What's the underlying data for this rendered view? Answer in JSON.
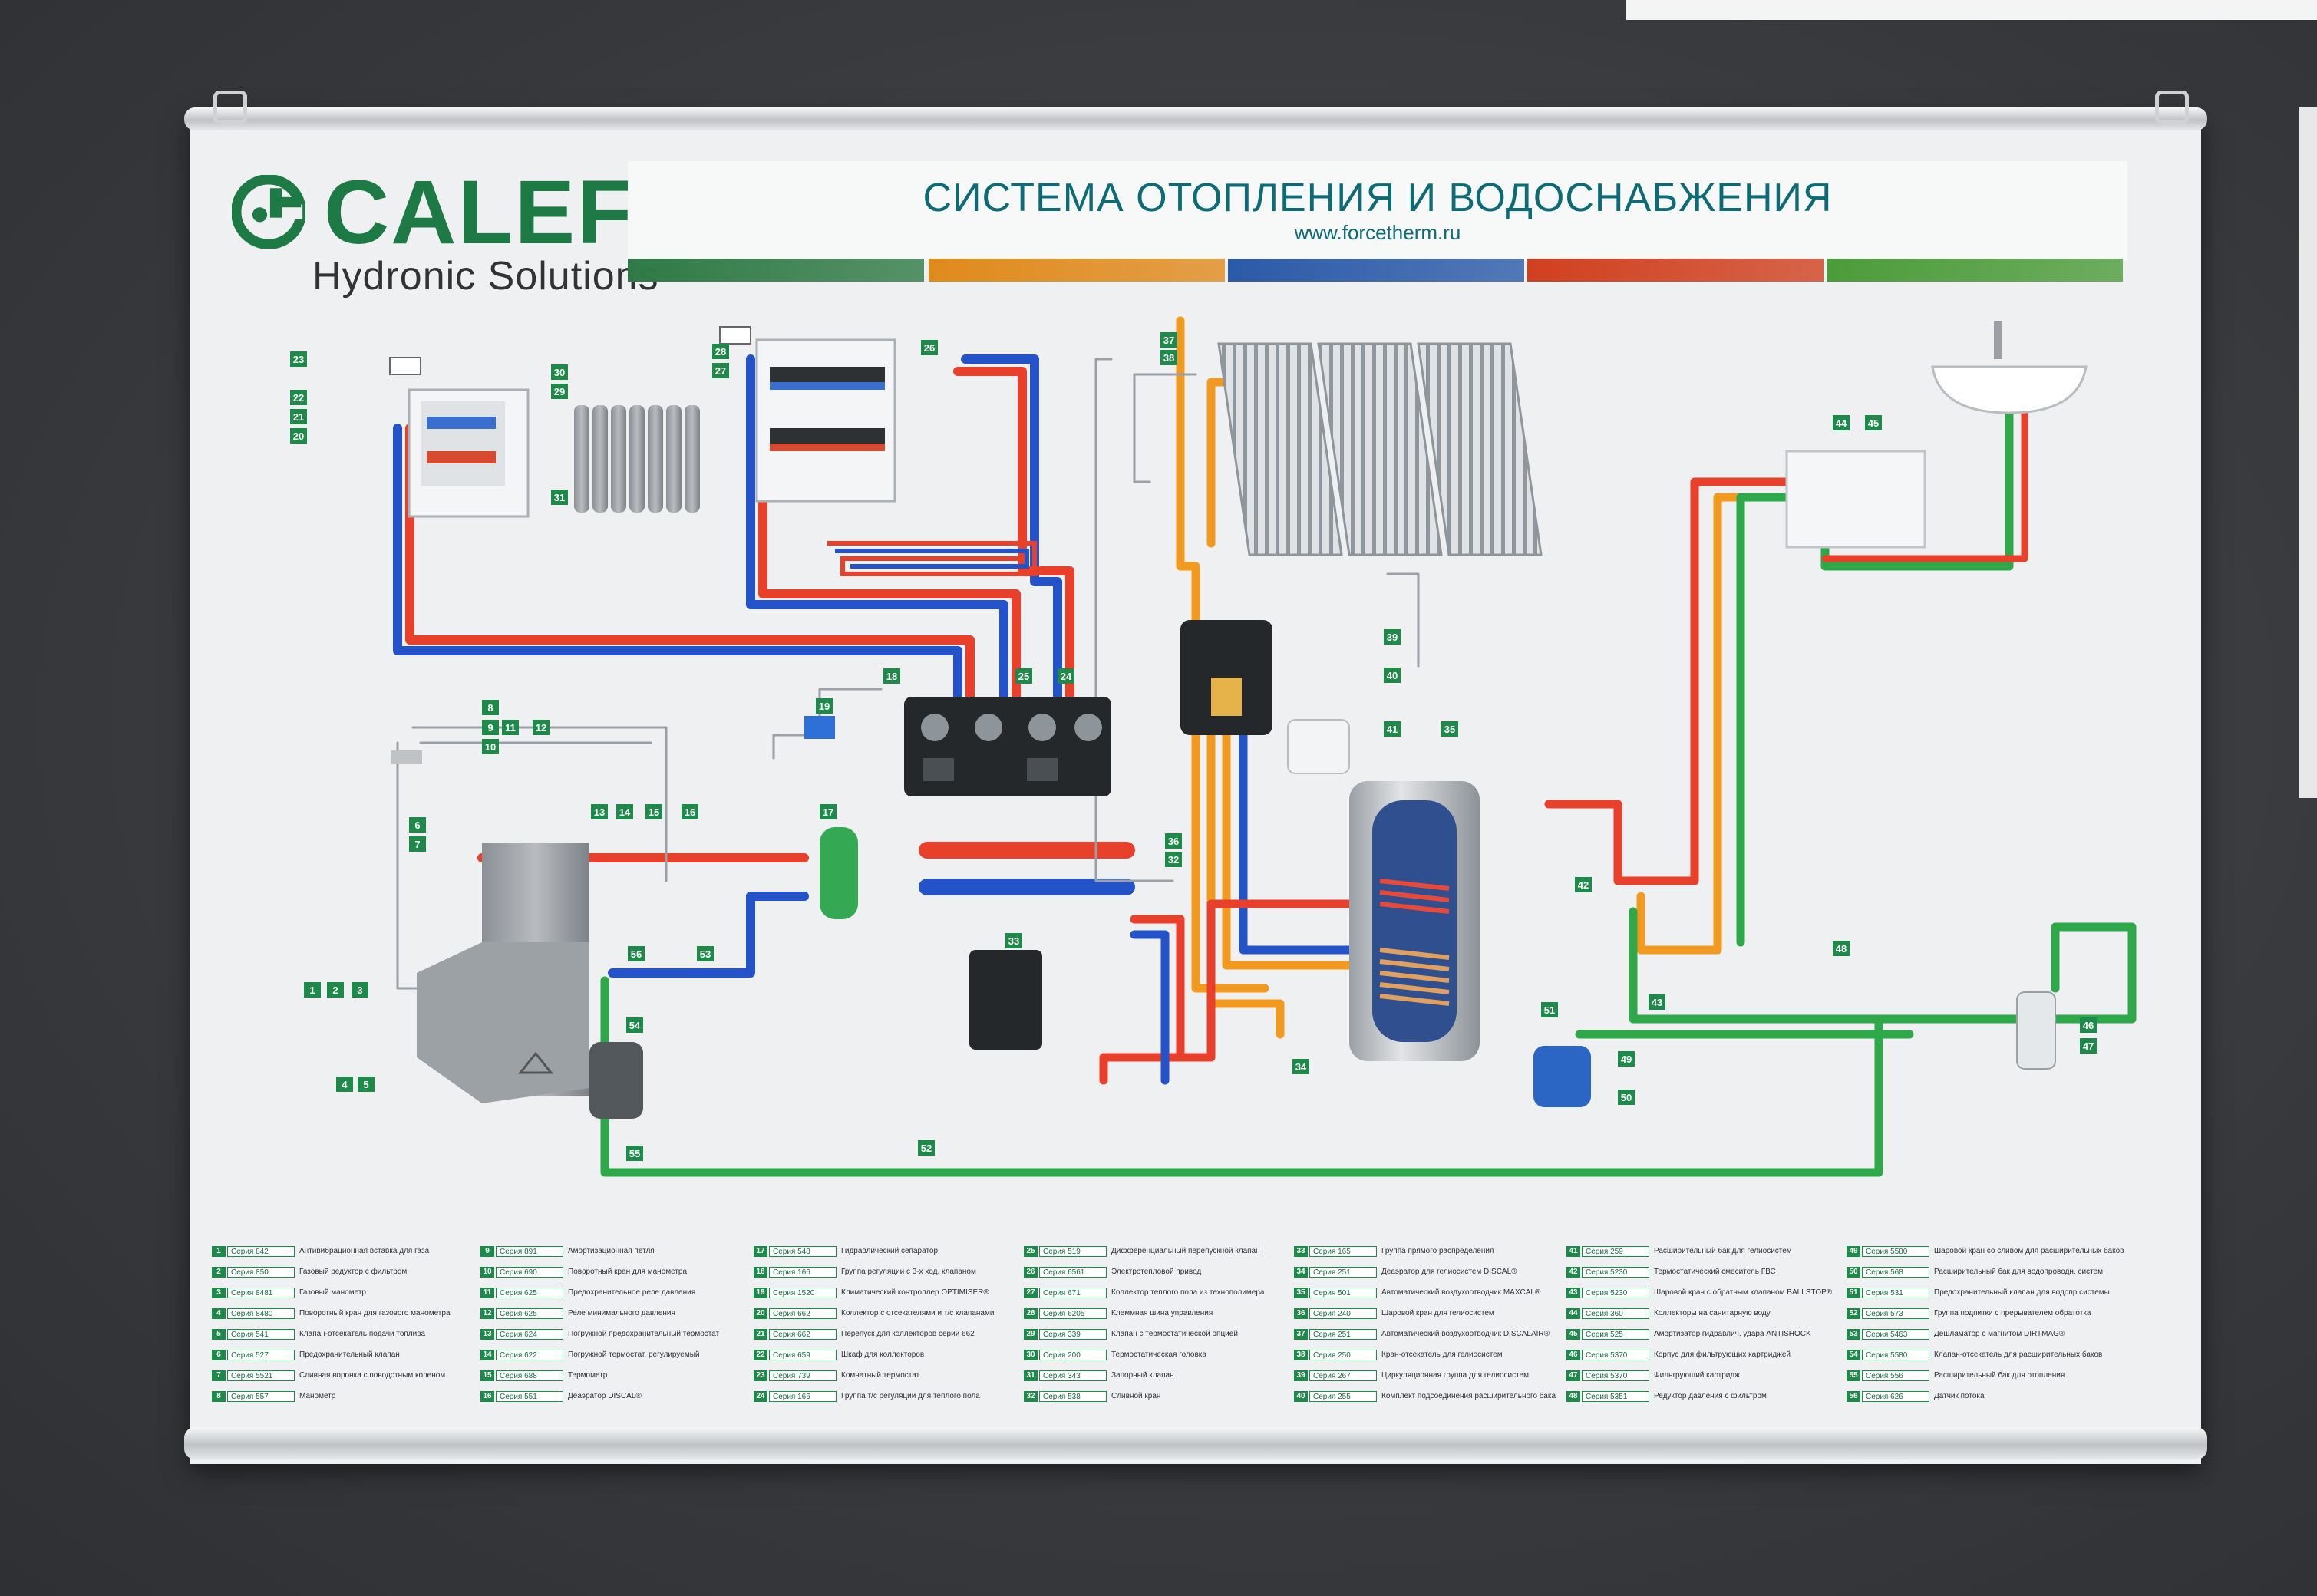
{
  "brand": {
    "name": "CALEFFI",
    "tagline": "Hydronic Solutions",
    "color": "#1e7a45"
  },
  "header": {
    "title": "СИСТЕМА ОТОПЛЕНИЯ И ВОДОСНАБЖЕНИЯ",
    "url": "www.forcetherm.ru",
    "title_color": "#0c6b75"
  },
  "strips": [
    "#2f7a46",
    "#e08a1c",
    "#2b5aa8",
    "#d0401f",
    "#4c9c3a"
  ],
  "pipe_colors": {
    "supply": "#e8402a",
    "return": "#2452c8",
    "solar": "#f29a1f",
    "cold_water": "#2fa84a",
    "grey": "#9aa0a6"
  },
  "tags": [
    "1",
    "2",
    "3",
    "4",
    "5",
    "6",
    "7",
    "8",
    "9",
    "10",
    "11",
    "12",
    "13",
    "14",
    "15",
    "16",
    "17",
    "18",
    "19",
    "20",
    "21",
    "22",
    "23",
    "24",
    "25",
    "26",
    "27",
    "28",
    "29",
    "30",
    "31",
    "32",
    "33",
    "34",
    "35",
    "36",
    "37",
    "38",
    "39",
    "40",
    "41",
    "42",
    "43",
    "44",
    "45",
    "46",
    "47",
    "48",
    "49",
    "50",
    "51",
    "52",
    "53",
    "54",
    "55",
    "56"
  ],
  "legend": [
    [
      {
        "n": "1",
        "s": "Серия 842",
        "d": "Антивибрационная вставка для газа"
      },
      {
        "n": "2",
        "s": "Серия 850",
        "d": "Газовый редуктор с фильтром"
      },
      {
        "n": "3",
        "s": "Серия 8481",
        "d": "Газовый манометр"
      },
      {
        "n": "4",
        "s": "Серия 8480",
        "d": "Поворотный кран для газового манометра"
      },
      {
        "n": "5",
        "s": "Серия 541",
        "d": "Клапан-отсекатель подачи топлива"
      },
      {
        "n": "6",
        "s": "Серия 527",
        "d": "Предохранительный клапан"
      },
      {
        "n": "7",
        "s": "Серия 5521",
        "d": "Сливная воронка с поводотным коленом"
      },
      {
        "n": "8",
        "s": "Серия 557",
        "d": "Манометр"
      }
    ],
    [
      {
        "n": "9",
        "s": "Серия 891",
        "d": "Амортизационная петля"
      },
      {
        "n": "10",
        "s": "Серия 690",
        "d": "Поворотный кран для манометра"
      },
      {
        "n": "11",
        "s": "Серия 625",
        "d": "Предохранительное реле давления"
      },
      {
        "n": "12",
        "s": "Серия 625",
        "d": "Реле минимального давления"
      },
      {
        "n": "13",
        "s": "Серия 624",
        "d": "Погружной предохранительный термостат"
      },
      {
        "n": "14",
        "s": "Серия 622",
        "d": "Погружной термостат, регулируемый"
      },
      {
        "n": "15",
        "s": "Серия 688",
        "d": "Термометр"
      },
      {
        "n": "16",
        "s": "Серия 551",
        "d": "Деаэратор DISCAL®"
      }
    ],
    [
      {
        "n": "17",
        "s": "Серия 548",
        "d": "Гидравлический сепаратор"
      },
      {
        "n": "18",
        "s": "Серия 166",
        "d": "Группа регуляции с 3-х ход. клапаном"
      },
      {
        "n": "19",
        "s": "Серия 1520",
        "d": "Климатический контроллер OPTIMISER®"
      },
      {
        "n": "20",
        "s": "Серия 662",
        "d": "Коллектор с отсекателями и т/с клапанами"
      },
      {
        "n": "21",
        "s": "Серия 662",
        "d": "Перепуск для коллекторов серии 662"
      },
      {
        "n": "22",
        "s": "Серия 659",
        "d": "Шкаф для коллекторов"
      },
      {
        "n": "23",
        "s": "Серия 739",
        "d": "Комнатный термостат"
      },
      {
        "n": "24",
        "s": "Серия 166",
        "d": "Группа т/с регуляции для теплого пола"
      }
    ],
    [
      {
        "n": "25",
        "s": "Серия 519",
        "d": "Дифференциальный перепускной клапан"
      },
      {
        "n": "26",
        "s": "Серия 6561",
        "d": "Электротепловой привод"
      },
      {
        "n": "27",
        "s": "Серия 671",
        "d": "Коллектор теплого пола из технополимера"
      },
      {
        "n": "28",
        "s": "Серия 6205",
        "d": "Клеммная шина управления"
      },
      {
        "n": "29",
        "s": "Серия 339",
        "d": "Клапан с термостатической опцией"
      },
      {
        "n": "30",
        "s": "Серия 200",
        "d": "Термостатическая головка"
      },
      {
        "n": "31",
        "s": "Серия 343",
        "d": "Запорный клапан"
      },
      {
        "n": "32",
        "s": "Серия 538",
        "d": "Сливной кран"
      }
    ],
    [
      {
        "n": "33",
        "s": "Серия 165",
        "d": "Группа прямого распределения"
      },
      {
        "n": "34",
        "s": "Серия 251",
        "d": "Деаэратор для гелиосистем DISCAL®"
      },
      {
        "n": "35",
        "s": "Серия 501",
        "d": "Автоматический воздухоотводчик MAXCAL®"
      },
      {
        "n": "36",
        "s": "Серия 240",
        "d": "Шаровой кран для гелиосистем"
      },
      {
        "n": "37",
        "s": "Серия 251",
        "d": "Автоматический воздухоотводчик DISCALAIR®"
      },
      {
        "n": "38",
        "s": "Серия 250",
        "d": "Кран-отсекатель для гелиосистем"
      },
      {
        "n": "39",
        "s": "Серия 267",
        "d": "Циркуляционная группа для гелиосистем"
      },
      {
        "n": "40",
        "s": "Серия 255",
        "d": "Комплект подсоединения расширительного бака"
      }
    ],
    [
      {
        "n": "41",
        "s": "Серия 259",
        "d": "Расширительный бак для гелиосистем"
      },
      {
        "n": "42",
        "s": "Серия 5230",
        "d": "Термостатический смеситель ГВС"
      },
      {
        "n": "43",
        "s": "Серия 5230",
        "d": "Шаровой кран с обратным клапаном BALLSTOP®"
      },
      {
        "n": "44",
        "s": "Серия 360",
        "d": "Коллекторы на санитарную воду"
      },
      {
        "n": "45",
        "s": "Серия 525",
        "d": "Амортизатор гидравлич. удара ANTISHOCK"
      },
      {
        "n": "46",
        "s": "Серия 5370",
        "d": "Корпус для фильтрующих картриджей"
      },
      {
        "n": "47",
        "s": "Серия 5370",
        "d": "Фильтрующий картридж"
      },
      {
        "n": "48",
        "s": "Серия 5351",
        "d": "Редуктор давления с фильтром"
      }
    ],
    [
      {
        "n": "49",
        "s": "Серия 5580",
        "d": "Шаровой кран со сливом для расширительных баков"
      },
      {
        "n": "50",
        "s": "Серия 568",
        "d": "Расширительный бак для водопроводн. систем"
      },
      {
        "n": "51",
        "s": "Серия 531",
        "d": "Предохранительный клапан для водопр системы"
      },
      {
        "n": "52",
        "s": "Серия 573",
        "d": "Группа подпитки с прерывателем обратотка"
      },
      {
        "n": "53",
        "s": "Серия 5463",
        "d": "Дешламатор с магнитом DIRTMAG®"
      },
      {
        "n": "54",
        "s": "Серия 5580",
        "d": "Клапан-отсекатель для расширительных баков"
      },
      {
        "n": "55",
        "s": "Серия 556",
        "d": "Расширительный бак для отопления"
      },
      {
        "n": "56",
        "s": "Серия 626",
        "d": "Датчик потока"
      }
    ]
  ]
}
